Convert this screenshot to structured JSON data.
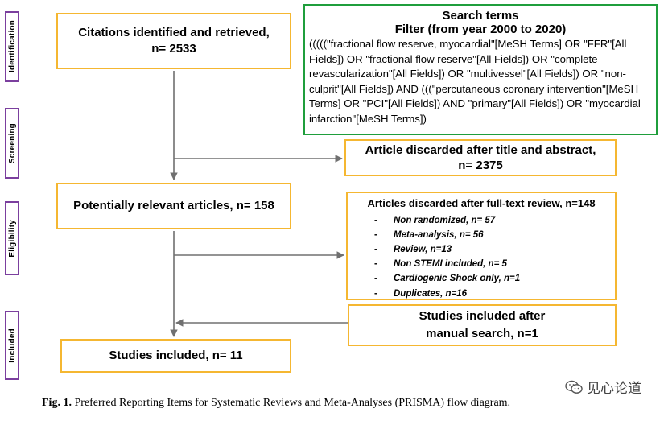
{
  "stages": {
    "identification": "Identification",
    "screening": "Screening",
    "eligibility": "Eligibility",
    "included": "Included"
  },
  "boxes": {
    "citations": {
      "line1": "Citations identified and retrieved,",
      "line2": "n= 2533"
    },
    "search": {
      "title": "Search terms",
      "subtitle": "Filter (from year 2000 to 2020)",
      "query": "(((((\"fractional flow reserve, myocardial\"[MeSH Terms] OR \"FFR\"[All Fields]) OR \"fractional flow reserve\"[All Fields]) OR \"complete revascularization\"[All Fields]) OR \"multivessel\"[All Fields]) OR \"non-culprit\"[All Fields]) AND (((\"percutaneous coronary intervention\"[MeSH Terms] OR \"PCI\"[All Fields]) AND \"primary\"[All Fields]) OR \"myocardial infarction\"[MeSH Terms])"
    },
    "discarded_title": {
      "line1": "Article discarded after title and abstract,",
      "line2": "n= 2375"
    },
    "relevant": {
      "text": "Potentially relevant articles, n= 158"
    },
    "discarded_full": {
      "title": "Articles discarded after full-text review, n=148",
      "dash": "-",
      "items": [
        "Non randomized, n= 57",
        "Meta-analysis, n= 56",
        "Review, n=13",
        "Non STEMI included, n= 5",
        "Cardiogenic Shock only, n=1",
        "Duplicates, n=16"
      ]
    },
    "manual": {
      "line1": "Studies included after",
      "line2": "manual search, n=1"
    },
    "included": {
      "text": "Studies included, n= 11"
    }
  },
  "caption": {
    "label": "Fig. 1.",
    "text": "Preferred Reporting Items for Systematic Reviews and Meta-Analyses (PRISMA) flow diagram."
  },
  "watermark": {
    "text": "见心论道",
    "icon": "wechat-icon"
  },
  "colors": {
    "stage_border": "#7b3f9e",
    "box_border": "#f5b731",
    "search_border": "#1f9e3c",
    "arrow": "#707070"
  }
}
